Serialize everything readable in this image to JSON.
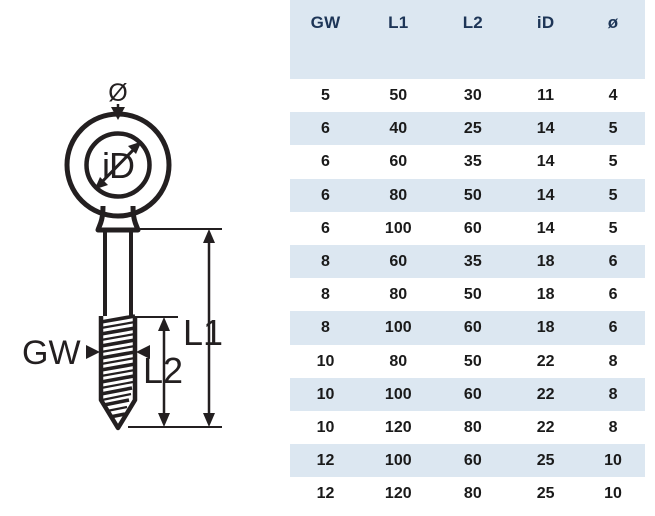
{
  "drawing": {
    "title": "eye-bolt-with-wood-screw-thread",
    "labels": {
      "outer_diameter": "Ø",
      "inner_diameter": "iD",
      "thread_diameter": "GW",
      "total_length": "L1",
      "thread_length": "L2"
    },
    "line_color": "#231f20"
  },
  "table": {
    "header_bg": "#dce7f1",
    "header_color": "#1d3557",
    "stripe_bg": "#dce7f1",
    "columns": [
      "GW",
      "L1",
      "L2",
      "iD",
      "ø"
    ],
    "rows": [
      [
        "5",
        "50",
        "30",
        "11",
        "4"
      ],
      [
        "6",
        "40",
        "25",
        "14",
        "5"
      ],
      [
        "6",
        "60",
        "35",
        "14",
        "5"
      ],
      [
        "6",
        "80",
        "50",
        "14",
        "5"
      ],
      [
        "6",
        "100",
        "60",
        "14",
        "5"
      ],
      [
        "8",
        "60",
        "35",
        "18",
        "6"
      ],
      [
        "8",
        "80",
        "50",
        "18",
        "6"
      ],
      [
        "8",
        "100",
        "60",
        "18",
        "6"
      ],
      [
        "10",
        "80",
        "50",
        "22",
        "8"
      ],
      [
        "10",
        "100",
        "60",
        "22",
        "8"
      ],
      [
        "10",
        "120",
        "80",
        "22",
        "8"
      ],
      [
        "12",
        "100",
        "60",
        "25",
        "10"
      ],
      [
        "12",
        "120",
        "80",
        "25",
        "10"
      ]
    ]
  }
}
